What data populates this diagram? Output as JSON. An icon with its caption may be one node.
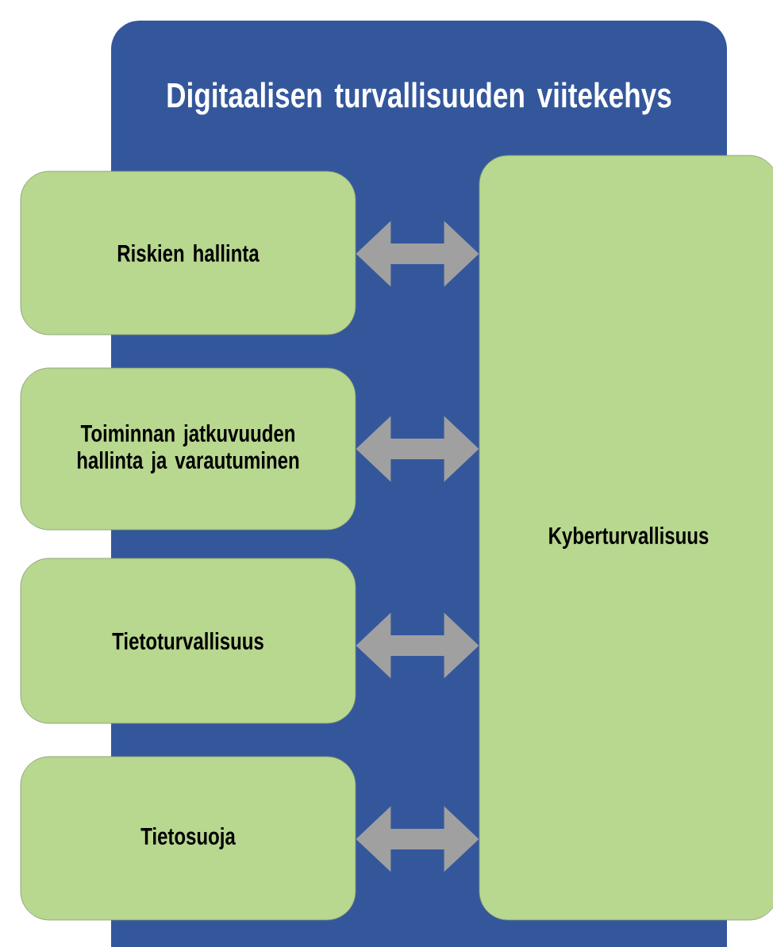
{
  "diagram": {
    "title": "Digitaalisen turvallisuuden viitekehys",
    "nodes": [
      {
        "text": [
          "Riskien hallinta"
        ]
      },
      {
        "text": [
          "Toiminnan jatkuvuuden hallinta ja varautuminen"
        ]
      },
      {
        "text": [
          "Tietoturvallisuus"
        ]
      },
      {
        "text": [
          "Tietosuoja"
        ]
      },
      {
        "text": [
          "Kyberturvallisuus"
        ]
      }
    ],
    "edges": [
      {
        "from": 0,
        "to": 4,
        "arrow": "both"
      },
      {
        "from": 1,
        "to": 4,
        "arrow": "both"
      },
      {
        "from": 2,
        "to": 4,
        "arrow": "both"
      },
      {
        "from": 3,
        "to": 4,
        "arrow": "both"
      }
    ]
  }
}
